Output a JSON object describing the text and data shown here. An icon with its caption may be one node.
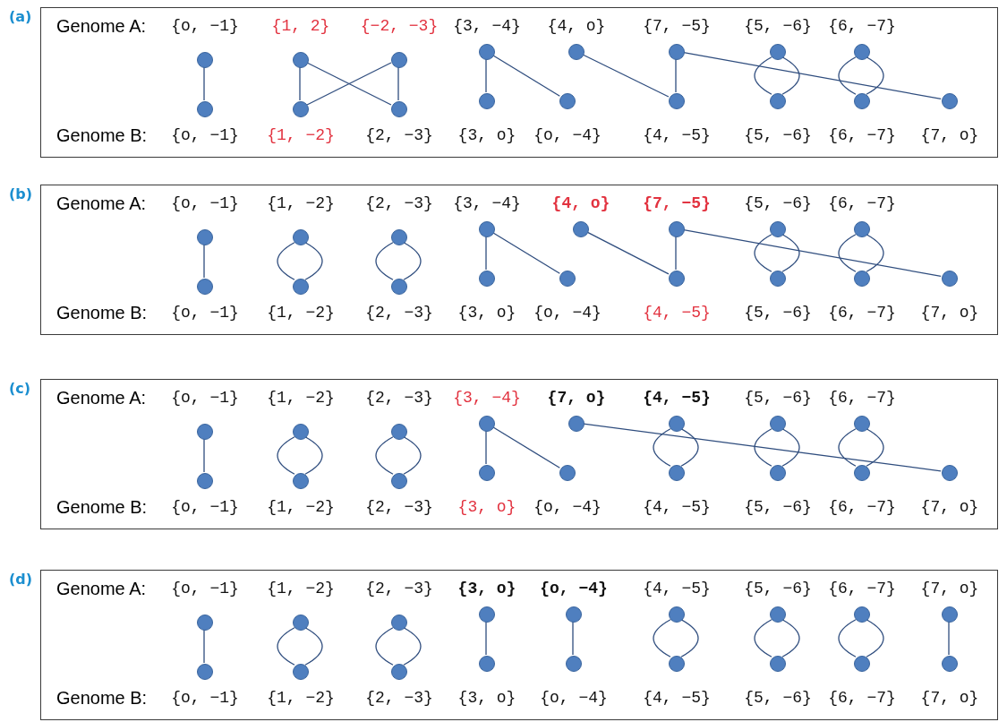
{
  "diagram": {
    "nodes": [
      {
        "text": [
          "Genome A:",
          "{o, −1}",
          "{1, 2}",
          "{−2, −3}",
          "{3, −4}",
          "{4, o}",
          "{7, −5}",
          "{5, −6}",
          "{6, −7}",
          "Genome B:",
          "{o, −1}",
          "{1, −2}",
          "{2, −3}",
          "{3, o}",
          "{o, −4}",
          "{4, −5}",
          "{5, −6}",
          "{6, −7}",
          "{7, o}"
        ],
        "beside": [
          "(a)"
        ]
      },
      {
        "text": [],
        "shape": "circle",
        "in": 0
      },
      {
        "text": [],
        "shape": "circle",
        "in": 0
      },
      {
        "text": [],
        "shape": "circle",
        "in": 0
      },
      {
        "text": [],
        "shape": "circle",
        "in": 0
      },
      {
        "text": [],
        "shape": "circle",
        "in": 0
      },
      {
        "text": [],
        "shape": "circle",
        "in": 0
      },
      {
        "text": [],
        "shape": "circle",
        "in": 0
      },
      {
        "text": [],
        "shape": "circle",
        "in": 0
      },
      {
        "text": [],
        "shape": "circle",
        "in": 0
      },
      {
        "text": [],
        "shape": "circle",
        "in": 0
      },
      {
        "text": [],
        "shape": "circle",
        "in": 0
      },
      {
        "text": [],
        "shape": "circle",
        "in": 0
      },
      {
        "text": [],
        "shape": "circle",
        "in": 0
      },
      {
        "text": [],
        "shape": "circle",
        "in": 0
      },
      {
        "text": [],
        "shape": "circle",
        "in": 0
      },
      {
        "text": [],
        "shape": "circle",
        "in": 0
      },
      {
        "text": [],
        "shape": "circle",
        "in": 0
      },
      {
        "text": [
          "Genome A:",
          "{o, −1}",
          "{1, −2}",
          "{2, −3}",
          "{3, −4}",
          "{4, o}",
          "{7, −5}",
          "{5, −6}",
          "{6, −7}",
          "Genome B:",
          "{o, −1}",
          "{1, −2}",
          "{2, −3}",
          "{3, o}",
          "{o, −4}",
          "{4, −5}",
          "{5, −6}",
          "{6, −7}",
          "{7, o}"
        ],
        "beside": [
          "(b)"
        ]
      },
      {
        "text": [],
        "shape": "circle",
        "in": 18
      },
      {
        "text": [],
        "shape": "circle",
        "in": 18
      },
      {
        "text": [],
        "shape": "circle",
        "in": 18
      },
      {
        "text": [],
        "shape": "circle",
        "in": 18
      },
      {
        "text": [],
        "shape": "circle",
        "in": 18
      },
      {
        "text": [],
        "shape": "circle",
        "in": 18
      },
      {
        "text": [],
        "shape": "circle",
        "in": 18
      },
      {
        "text": [],
        "shape": "circle",
        "in": 18
      },
      {
        "text": [],
        "shape": "circle",
        "in": 18
      },
      {
        "text": [],
        "shape": "circle",
        "in": 18
      },
      {
        "text": [],
        "shape": "circle",
        "in": 18
      },
      {
        "text": [],
        "shape": "circle",
        "in": 18
      },
      {
        "text": [],
        "shape": "circle",
        "in": 18
      },
      {
        "text": [],
        "shape": "circle",
        "in": 18
      },
      {
        "text": [],
        "shape": "circle",
        "in": 18
      },
      {
        "text": [],
        "shape": "circle",
        "in": 18
      },
      {
        "text": [],
        "shape": "circle",
        "in": 18
      },
      {
        "text": [
          "Genome A:",
          "{o, −1}",
          "{1, −2}",
          "{2, −3}",
          "{3, −4}",
          "{7, o}",
          "{4, −5}",
          "{5, −6}",
          "{6, −7}",
          "Genome B:",
          "{o, −1}",
          "{1, −2}",
          "{2, −3}",
          "{3, o}",
          "{o, −4}",
          "{4, −5}",
          "{5, −6}",
          "{6, −7}",
          "{7, o}"
        ],
        "beside": [
          "(c)"
        ]
      },
      {
        "text": [],
        "shape": "circle",
        "in": 36
      },
      {
        "text": [],
        "shape": "circle",
        "in": 36
      },
      {
        "text": [],
        "shape": "circle",
        "in": 36
      },
      {
        "text": [],
        "shape": "circle",
        "in": 36
      },
      {
        "text": [],
        "shape": "circle",
        "in": 36
      },
      {
        "text": [],
        "shape": "circle",
        "in": 36
      },
      {
        "text": [],
        "shape": "circle",
        "in": 36
      },
      {
        "text": [],
        "shape": "circle",
        "in": 36
      },
      {
        "text": [],
        "shape": "circle",
        "in": 36
      },
      {
        "text": [],
        "shape": "circle",
        "in": 36
      },
      {
        "text": [],
        "shape": "circle",
        "in": 36
      },
      {
        "text": [],
        "shape": "circle",
        "in": 36
      },
      {
        "text": [],
        "shape": "circle",
        "in": 36
      },
      {
        "text": [],
        "shape": "circle",
        "in": 36
      },
      {
        "text": [],
        "shape": "circle",
        "in": 36
      },
      {
        "text": [],
        "shape": "circle",
        "in": 36
      },
      {
        "text": [],
        "shape": "circle",
        "in": 36
      },
      {
        "text": [
          "Genome A:",
          "{o, −1}",
          "{1, −2}",
          "{2, −3}",
          "{3, o}",
          "{o, −4}",
          "{4, −5}",
          "{5, −6}",
          "{6, −7}",
          "{7, o}",
          "Genome B:",
          "{o, −1}",
          "{1, −2}",
          "{2, −3}",
          "{3, o}",
          "{o, −4}",
          "{4, −5}",
          "{5, −6}",
          "{6, −7}",
          "{7, o}"
        ],
        "beside": [
          "(d)"
        ]
      },
      {
        "text": [],
        "shape": "circle",
        "in": 54
      },
      {
        "text": [],
        "shape": "circle",
        "in": 54
      },
      {
        "text": [],
        "shape": "circle",
        "in": 54
      },
      {
        "text": [],
        "shape": "circle",
        "in": 54
      },
      {
        "text": [],
        "shape": "circle",
        "in": 54
      },
      {
        "text": [],
        "shape": "circle",
        "in": 54
      },
      {
        "text": [],
        "shape": "circle",
        "in": 54
      },
      {
        "text": [],
        "shape": "circle",
        "in": 54
      },
      {
        "text": [],
        "shape": "circle",
        "in": 54
      },
      {
        "text": [],
        "shape": "circle",
        "in": 54
      },
      {
        "text": [],
        "shape": "circle",
        "in": 54
      },
      {
        "text": [],
        "shape": "circle",
        "in": 54
      },
      {
        "text": [],
        "shape": "circle",
        "in": 54
      },
      {
        "text": [],
        "shape": "circle",
        "in": 54
      },
      {
        "text": [],
        "shape": "circle",
        "in": 54
      },
      {
        "text": [],
        "shape": "circle",
        "in": 54
      },
      {
        "text": [],
        "shape": "circle",
        "in": 54
      },
      {
        "text": [],
        "shape": "circle",
        "in": 54
      }
    ],
    "edges": [
      {
        "from": 1,
        "to": 9,
        "arrow": "none"
      },
      {
        "from": 2,
        "to": 10,
        "arrow": "none"
      },
      {
        "from": 2,
        "to": 11,
        "arrow": "none"
      },
      {
        "from": 3,
        "to": 10,
        "arrow": "none"
      },
      {
        "from": 3,
        "to": 11,
        "arrow": "none"
      },
      {
        "from": 4,
        "to": 12,
        "arrow": "none"
      },
      {
        "from": 4,
        "to": 13,
        "arrow": "none"
      },
      {
        "from": 5,
        "to": 14,
        "arrow": "none"
      },
      {
        "from": 6,
        "to": 14,
        "arrow": "none"
      },
      {
        "from": 6,
        "to": 17,
        "arrow": "none"
      },
      {
        "from": 7,
        "to": 15,
        "arrow": "none"
      },
      {
        "from": 7,
        "to": 15,
        "arrow": "none"
      },
      {
        "from": 8,
        "to": 16,
        "arrow": "none"
      },
      {
        "from": 8,
        "to": 16,
        "arrow": "none"
      },
      {
        "from": 19,
        "to": 27,
        "arrow": "none"
      },
      {
        "from": 20,
        "to": 28,
        "arrow": "none"
      },
      {
        "from": 20,
        "to": 28,
        "arrow": "none"
      },
      {
        "from": 21,
        "to": 29,
        "arrow": "none"
      },
      {
        "from": 21,
        "to": 29,
        "arrow": "none"
      },
      {
        "from": 22,
        "to": 30,
        "arrow": "none"
      },
      {
        "from": 22,
        "to": 31,
        "arrow": "none"
      },
      {
        "from": 23,
        "to": 32,
        "arrow": "none"
      },
      {
        "from": 24,
        "to": 32,
        "arrow": "none"
      },
      {
        "from": 24,
        "to": 35,
        "arrow": "none"
      },
      {
        "from": 25,
        "to": 33,
        "arrow": "none"
      },
      {
        "from": 25,
        "to": 33,
        "arrow": "none"
      },
      {
        "from": 26,
        "to": 34,
        "arrow": "none"
      },
      {
        "from": 26,
        "to": 34,
        "arrow": "none"
      },
      {
        "from": 37,
        "to": 45,
        "arrow": "none"
      },
      {
        "from": 38,
        "to": 46,
        "arrow": "none"
      },
      {
        "from": 38,
        "to": 46,
        "arrow": "none"
      },
      {
        "from": 39,
        "to": 47,
        "arrow": "none"
      },
      {
        "from": 39,
        "to": 47,
        "arrow": "none"
      },
      {
        "from": 40,
        "to": 48,
        "arrow": "none"
      },
      {
        "from": 40,
        "to": 49,
        "arrow": "none"
      },
      {
        "from": 41,
        "to": 53,
        "arrow": "none"
      },
      {
        "from": 42,
        "to": 50,
        "arrow": "none"
      },
      {
        "from": 42,
        "to": 50,
        "arrow": "none"
      },
      {
        "from": 43,
        "to": 51,
        "arrow": "none"
      },
      {
        "from": 43,
        "to": 51,
        "arrow": "none"
      },
      {
        "from": 44,
        "to": 52,
        "arrow": "none"
      },
      {
        "from": 44,
        "to": 52,
        "arrow": "none"
      },
      {
        "from": 55,
        "to": 64,
        "arrow": "none"
      },
      {
        "from": 56,
        "to": 65,
        "arrow": "none"
      },
      {
        "from": 56,
        "to": 65,
        "arrow": "none"
      },
      {
        "from": 57,
        "to": 66,
        "arrow": "none"
      },
      {
        "from": 57,
        "to": 66,
        "arrow": "none"
      },
      {
        "from": 58,
        "to": 67,
        "arrow": "none"
      },
      {
        "from": 59,
        "to": 68,
        "arrow": "none"
      },
      {
        "from": 60,
        "to": 69,
        "arrow": "none"
      },
      {
        "from": 60,
        "to": 69,
        "arrow": "none"
      },
      {
        "from": 61,
        "to": 70,
        "arrow": "none"
      },
      {
        "from": 61,
        "to": 70,
        "arrow": "none"
      },
      {
        "from": 62,
        "to": 71,
        "arrow": "none"
      },
      {
        "from": 62,
        "to": 71,
        "arrow": "none"
      },
      {
        "from": 63,
        "to": 72,
        "arrow": "none"
      }
    ]
  }
}
